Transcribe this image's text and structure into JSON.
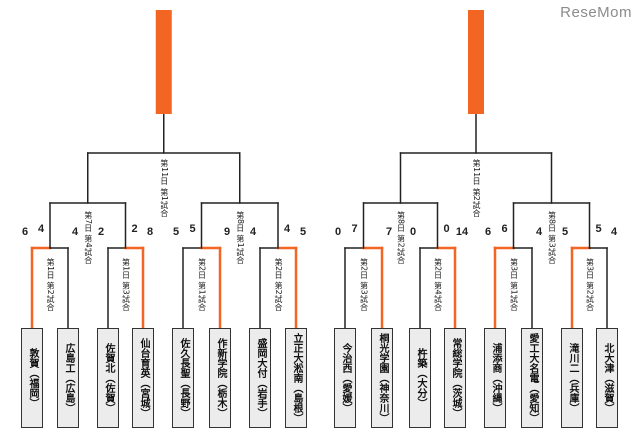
{
  "logo": "ReseMom",
  "teams": [
    {
      "name": "敦賀（福岡）",
      "score": "6",
      "winner": true
    },
    {
      "name": "広島工（広島）",
      "score": "4",
      "winner": false
    },
    {
      "name": "佐賀北（佐賀）",
      "score": "2",
      "winner": false
    },
    {
      "name": "仙台育英（宮城）",
      "score": "8",
      "winner": true
    },
    {
      "name": "佐久長聖（長野）",
      "score": "5",
      "winner": false
    },
    {
      "name": "作新学院（栃木）",
      "score": "9",
      "winner": true
    },
    {
      "name": "盛岡大付（岩手）",
      "score": "4",
      "winner": false
    },
    {
      "name": "立正大淞南（島根）",
      "score": "5",
      "winner": true
    },
    {
      "name": "今治西（愛媛）",
      "score": "0",
      "winner": false
    },
    {
      "name": "桐光学園（神奈川）",
      "score": "7",
      "winner": true
    },
    {
      "name": "杵築（大分）",
      "score": "0",
      "winner": false
    },
    {
      "name": "常総学院（茨城）",
      "score": "14",
      "winner": true
    },
    {
      "name": "浦添商（沖縄）",
      "score": "6",
      "winner": true
    },
    {
      "name": "愛工大名電（愛知）",
      "score": "4",
      "winner": false
    },
    {
      "name": "滝川二（兵庫）",
      "score": "5",
      "winner": true
    },
    {
      "name": "北大津（滋賀）",
      "score": "4",
      "winner": false
    }
  ],
  "first_round_labels": [
    "第1日 第2試合",
    "第1日 第3試合",
    "第2日 第1試合",
    "第2日 第2試合",
    "第2日 第3試合",
    "第2日 第4試合",
    "第3日 第1試合",
    "第3日 第2試合"
  ],
  "second_round": [
    {
      "label": "第7日 第4試合",
      "left_score": "4",
      "right_score": "2"
    },
    {
      "label": "第8日 第1試合",
      "left_score": "5",
      "right_score": "4"
    },
    {
      "label": "第8日 第2試合",
      "left_score": "7",
      "right_score": "0"
    },
    {
      "label": "第8日 第3試合",
      "left_score": "6",
      "right_score": "5"
    }
  ],
  "third_round": [
    {
      "label": "第11日 第1試合"
    },
    {
      "label": "第11日 第2試合"
    }
  ],
  "colors": {
    "accent": "#f26522",
    "line": "#222222"
  }
}
